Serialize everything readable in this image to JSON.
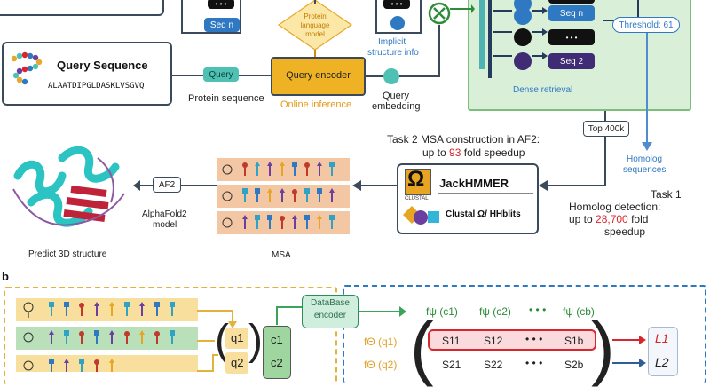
{
  "panel_a": {
    "seq_n_left": "Seq n",
    "dots_left": "• • •",
    "protein_lm": "Protein\nlanguage\nmodel",
    "implicit": "Implicit",
    "structure_info": "structure info",
    "query_sequence_title": "Query Sequence",
    "query_sequence_value": "ALAATDIPGLDASKLVSGVQ",
    "query_tag": "Query",
    "protein_sequence": "Protein sequence",
    "query_encoder": "Query encoder",
    "online_inference": "Online inference",
    "query_embedding_1": "Query",
    "query_embedding_2": "embedding",
    "seq_n_right": "Seq n",
    "dots_right_1": "• • •",
    "dots_right_2": "• • •",
    "seq_2": "Seq 2",
    "threshold": "Threshold: 61",
    "dense_retrieval": "Dense retrieval",
    "top400k": "Top 400k",
    "homolog_1": "Homolog",
    "homolog_2": "sequences",
    "task2_line1": "Task 2 MSA construction in AF2:",
    "task2_prefix": "up to ",
    "task2_number": "93",
    "task2_suffix": " fold speedup",
    "task1_line1": "Task 1",
    "task1_line2": "Homolog detection:",
    "task1_prefix": "up to ",
    "task1_number": "28,700",
    "task1_suffix": " fold",
    "task1_line4": "speedup",
    "jackhmmer": "JackHMMER",
    "clustal_word": "CLUSTAL",
    "clustal_tools": "Clustal Ω/ HHblits",
    "af2": "AF2",
    "alphafold_1": "AlphaFold2",
    "alphafold_2": "model",
    "msa": "MSA",
    "predict": "Predict 3D structure"
  },
  "panel_b": {
    "label": "b",
    "database_encoder_1": "DataBase",
    "database_encoder_2": "encoder",
    "q1": "q1",
    "q2": "q2",
    "c1": "c1",
    "c2": "c2",
    "fpsi": [
      "fψ (c1)",
      "fψ (c2)",
      "• • •",
      "fψ (cb)"
    ],
    "fphi": [
      "fΘ (q1)",
      "fΘ (q2)"
    ],
    "row1": [
      "S11",
      "S12",
      "• • •",
      "S1b"
    ],
    "row2": [
      "S21",
      "S22",
      "• • •",
      "S2b"
    ],
    "L1": "L1",
    "L2": "L2"
  },
  "colors": {
    "blue": "#2f79c2",
    "teal": "#4fc1b3",
    "orange": "#e7a829",
    "green_panel": "#d7eed6",
    "green_border": "#69b86a",
    "red": "#d9262c",
    "navy": "#253a5d"
  }
}
